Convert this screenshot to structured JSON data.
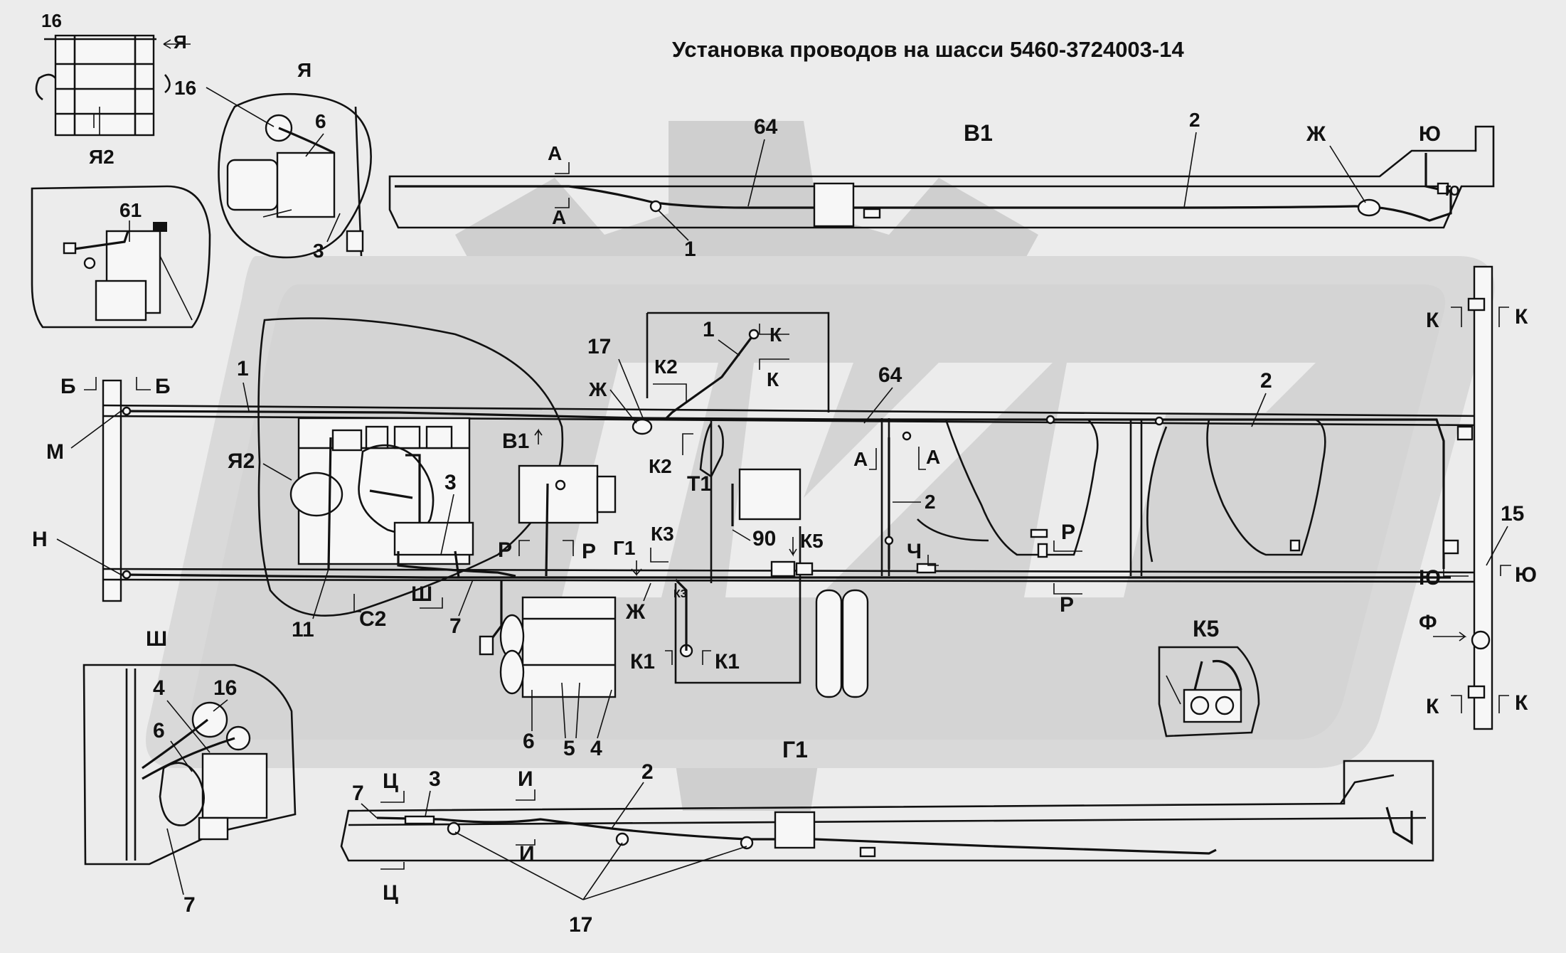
{
  "title": "Установка проводов на шасси 5460-3724003-14",
  "colors": {
    "background": "#ececec",
    "line": "#111111",
    "watermark": "#cfcfcf"
  },
  "labels": {
    "ya2_callout": "16",
    "ya2_arrow": "Я",
    "ya2_caption": "Я2",
    "ya_title": "Я",
    "ya_16": "16",
    "ya_6": "6",
    "ya_3": "3",
    "inset61": "61",
    "v1_title": "В1",
    "v1_a_top": "А",
    "v1_a_bot": "А",
    "v1_64": "64",
    "v1_1": "1",
    "v1_2": "2",
    "v1_zh": "Ж",
    "v1_yu": "Ю",
    "v1_yu_small": "Ю",
    "m_b_left": "Б",
    "m_b_right": "Б",
    "m_1": "1",
    "m_M": "М",
    "m_N": "Н",
    "m_ya2": "Я2",
    "m_3": "3",
    "m_v1": "В1",
    "m_17": "17",
    "m_zh": "Ж",
    "m_k2_top": "К2",
    "m_k2_bot": "К2",
    "m_1b": "1",
    "m_k_top": "К",
    "m_k_bot": "К",
    "m_64": "64",
    "m_a_left": "А",
    "m_a_right": "А",
    "m_2a": "2",
    "m_2b": "2",
    "m_t1": "Т1",
    "m_r_left": "Р",
    "m_r_right": "Р",
    "m_g1": "Г1",
    "m_k3": "К3",
    "m_90": "90",
    "m_k5": "К5",
    "m_ch": "Ч",
    "m_r2_top": "Р",
    "m_r2_bot": "Р",
    "m_k3_small": "К3",
    "m_zh2": "Ж",
    "m_k1_left": "К1",
    "m_k1_right": "К1",
    "m_11": "11",
    "m_c2": "С2",
    "m_sh": "Ш",
    "m_7": "7",
    "m_6": "6",
    "m_5": "5",
    "m_4": "4",
    "r_k_top_l": "К",
    "r_k_top_r": "К",
    "r_15": "15",
    "r_yu_l": "Ю",
    "r_yu_r": "Ю",
    "r_f": "Ф",
    "r_k_bot_l": "К",
    "r_k_bot_r": "К",
    "k5_title": "К5",
    "sh_title": "Ш",
    "sh_4": "4",
    "sh_16": "16",
    "sh_6": "6",
    "sh_7": "7",
    "g1_title": "Г1",
    "g1_7": "7",
    "g1_ts_top": "Ц",
    "g1_3": "3",
    "g1_i_top": "И",
    "g1_2": "2",
    "g1_i_bot": "И",
    "g1_ts_bot": "Ц",
    "g1_17": "17"
  }
}
